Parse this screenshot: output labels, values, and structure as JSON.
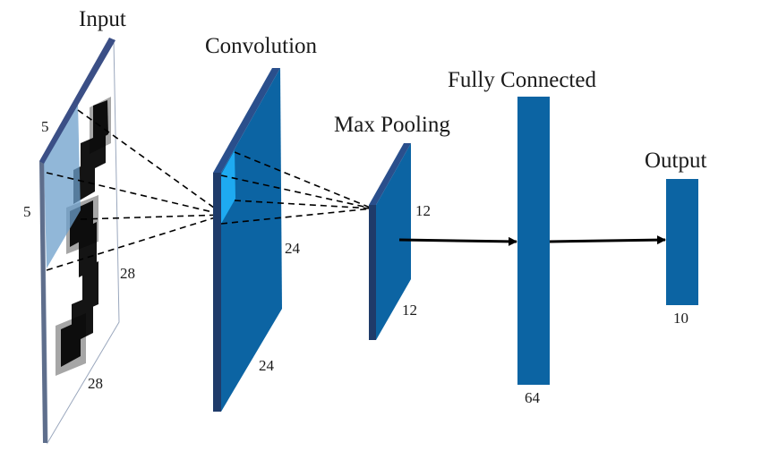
{
  "layers": {
    "input": {
      "title": "Input",
      "kernel_w": "5",
      "kernel_h": "5",
      "height": "28",
      "width": "28"
    },
    "convolution": {
      "title": "Convolution",
      "height": "24",
      "width": "24"
    },
    "max_pooling": {
      "title": "Max Pooling",
      "height": "12",
      "width": "12"
    },
    "fully_connected": {
      "title": "Fully Connected",
      "units": "64"
    },
    "output": {
      "title": "Output",
      "units": "10"
    }
  },
  "colors": {
    "layer_front": "#0c64a3",
    "layer_edge": "#1f3b6a",
    "input_face": "#ffffff",
    "input_edge": "#5e6e8c",
    "receptive_field": "#6c9fcb",
    "conv_patch": "#1eaaf1",
    "digit": "#000000",
    "arrow": "#000000"
  }
}
